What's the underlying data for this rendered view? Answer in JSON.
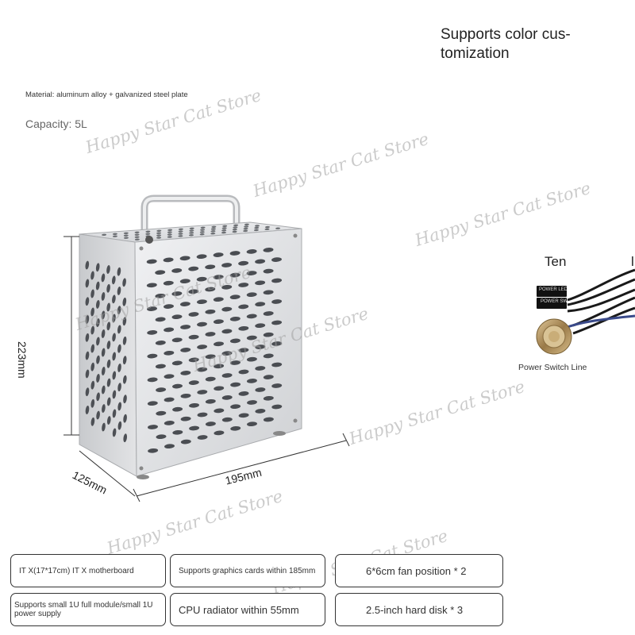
{
  "header": {
    "color_note": "Supports color cus-tomization",
    "material": "Material: aluminum alloy + galvanized steel plate",
    "capacity": "Capacity: 5L"
  },
  "dimensions": {
    "height": "223mm",
    "depth": "125mm",
    "width": "195mm"
  },
  "cable": {
    "title": "Ten",
    "title_right": "l",
    "connector_top": "POWER LED",
    "connector_bottom": "POWER SW",
    "label": "Power Switch Line"
  },
  "watermark": "Happy Star Cat Store",
  "features": [
    "IT X(17*17cm) IT X motherboard",
    "Supports graphics cards within 185mm",
    "6*6cm fan position * 2",
    "Supports small 1U full module/small 1U power supply",
    "CPU radiator within 55mm",
    "2.5-inch hard disk * 3"
  ],
  "colors": {
    "case_front": "#e6e7e9",
    "case_side": "#d2d4d7",
    "hole": "#4a4d52",
    "cable": "#1a1a1a",
    "switch_metal": "#b89968"
  }
}
